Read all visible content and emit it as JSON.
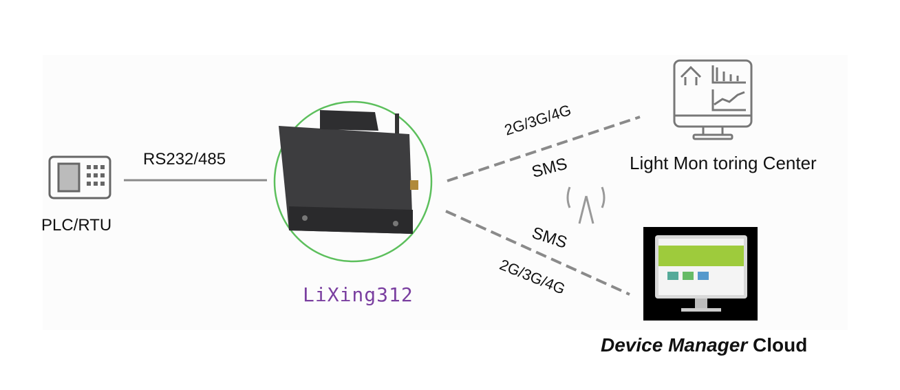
{
  "plc": {
    "label": "PLC/RTU"
  },
  "link": {
    "label": "RS232/485"
  },
  "device": {
    "name": "LiXing312"
  },
  "upper_link": {
    "network": "2G/3G/4G",
    "sms": "SMS"
  },
  "lower_link": {
    "network": "2G/3G/4G",
    "sms": "SMS"
  },
  "monitor": {
    "label": "Light Mon toring Center"
  },
  "cloud": {
    "label_italic": "Device Manager",
    "label_rest": "Cloud"
  },
  "colors": {
    "circle": "#5cbf5c",
    "device_name": "#7a3fa0",
    "line": "#8a8a8a"
  }
}
